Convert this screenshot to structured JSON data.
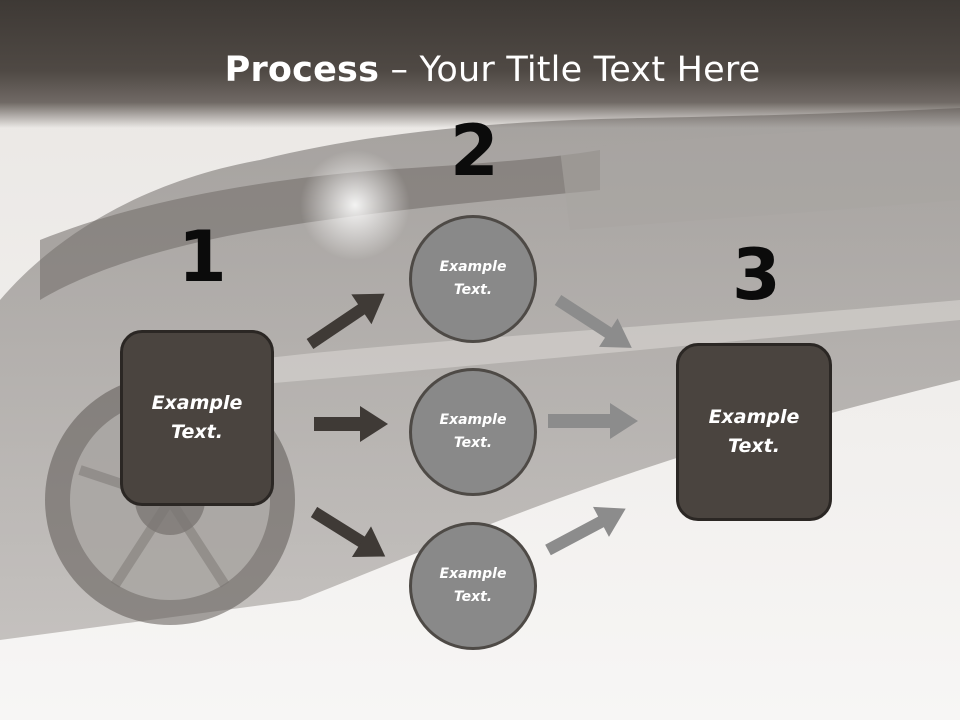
{
  "slide": {
    "title_bold": "Process",
    "title_rest": " – Your Title Text Here"
  },
  "steps": {
    "num1": "1",
    "num2": "2",
    "num3": "3"
  },
  "boxes": {
    "left": "Example\nText.",
    "right": "Example\nText."
  },
  "circles": [
    "Example\nText.",
    "Example\nText.",
    "Example\nText."
  ],
  "colors": {
    "title_bar": "#4a443f",
    "box_fill": "#4a443f",
    "circle_fill": "#898989",
    "dark_arrow": "#3f3a36",
    "light_arrow": "#8c8c8c"
  }
}
